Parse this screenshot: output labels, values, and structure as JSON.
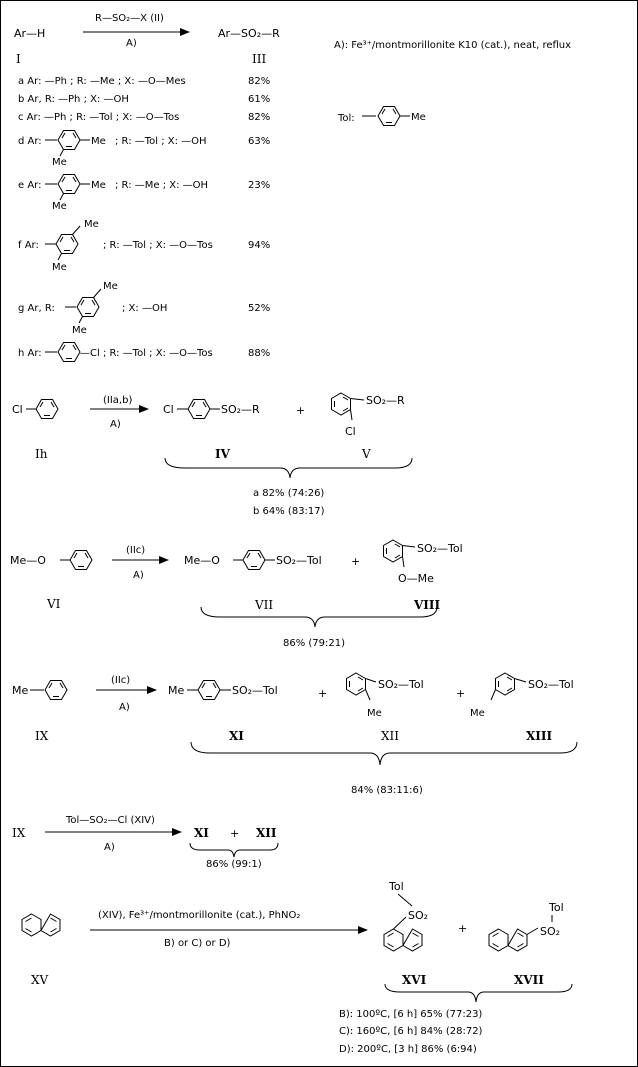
{
  "general": {
    "reactant": "Ar—H",
    "reagent": "R—SO₂—X  (II)",
    "condition": "A)",
    "product": "Ar—SO₂—R",
    "label_reactant": "I",
    "label_product": "III",
    "condition_def": "A): Fe³⁺/montmorillonite K10 (cat.), neat, reflux",
    "tol_label": "Tol:",
    "tol_me": "Me"
  },
  "entries": [
    {
      "text": "a Ar: —Ph ; R: —Me ; X: —O—Mes",
      "yield": "82%"
    },
    {
      "text": "b Ar, R: —Ph ; X: —OH",
      "yield": "61%"
    },
    {
      "text": "c Ar: —Ph ; R: —Tol ; X: —O—Tos",
      "yield": "82%"
    },
    {
      "text_pre": "d Ar:",
      "text_post": "; R: —Tol ; X: —OH",
      "yield": "63%"
    },
    {
      "text_pre": "e Ar:",
      "text_post": "; R: —Me ; X: —OH",
      "yield": "23%"
    },
    {
      "text_pre": "f Ar:",
      "text_post": "; R: —Tol ; X: —O—Tos",
      "yield": "94%"
    },
    {
      "text_pre": "g Ar, R:",
      "text_post": "; X: —OH",
      "yield": "52%"
    },
    {
      "text_pre": "h Ar:",
      "text_post": "—Cl ; R: —Tol ; X: —O—Tos",
      "yield": "88%"
    }
  ],
  "me": "Me",
  "r1": {
    "start": "Cl",
    "start_label": "Ih",
    "reagent": "(IIa,b)",
    "condition": "A)",
    "p1": "Cl",
    "p1_tail": "SO₂—R",
    "plus": "+",
    "p2_tail": "SO₂—R",
    "p2_sub": "Cl",
    "p1_label": "IV",
    "p2_label": "V",
    "yield_a": "a 82% (74:26)",
    "yield_b": "b 64% (83:17)"
  },
  "r2": {
    "start": "Me—O",
    "start_label": "VI",
    "reagent": "(IIc)",
    "condition": "A)",
    "p1": "Me—O",
    "p1_tail": "SO₂—Tol",
    "plus": "+",
    "p2_tail": "SO₂—Tol",
    "p2_sub": "O—Me",
    "p1_label": "VII",
    "p2_label": "VIII",
    "yield": "86% (79:21)"
  },
  "r3": {
    "start": "Me",
    "start_label": "IX",
    "reagent": "(IIc)",
    "condition": "A)",
    "p1": "Me",
    "p1_tail": "SO₂—Tol",
    "plus": "+",
    "p2_tail": "SO₂—Tol",
    "p2_sub": "Me",
    "plus2": "+",
    "p3_tail": "SO₂—Tol",
    "p3_sub": "Me",
    "p1_label": "XI",
    "p2_label": "XII",
    "p3_label": "XIII",
    "yield": "84% (83:11:6)"
  },
  "r4": {
    "start": "IX",
    "reagent": "Tol—SO₂—Cl  (XIV)",
    "condition": "A)",
    "p1": "XI",
    "plus": "+",
    "p2": "XII",
    "yield": "86% (99:1)"
  },
  "r5": {
    "start_label": "XV",
    "reagent": "(XIV), Fe³⁺/montmorillonite (cat.), PhNO₂",
    "condition": "B) or C) or D)",
    "p1_top": "Tol",
    "p1_so2": "SO₂",
    "plus": "+",
    "p2_top": "Tol",
    "p2_so2": "SO₂",
    "p1_label": "XVI",
    "p2_label": "XVII",
    "cond_b": "B):  100ºC, [6 h]   65% (77:23)",
    "cond_c": "C):  160ºC, [6 h]   84% (28:72)",
    "cond_d": "D):  200ºC, [3 h]   86% (6:94)"
  }
}
